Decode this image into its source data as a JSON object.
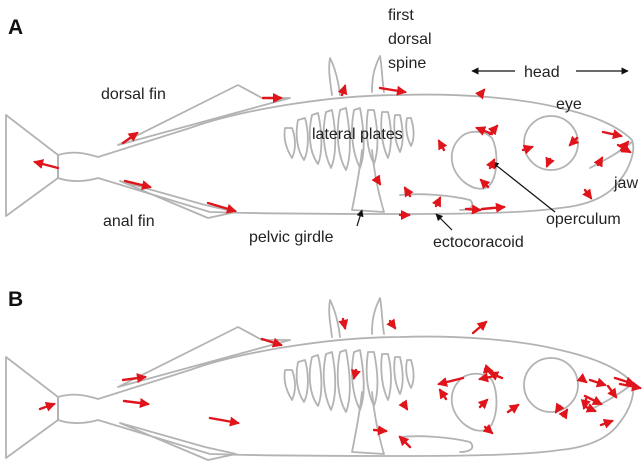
{
  "panels": [
    {
      "letter": "A"
    },
    {
      "letter": "B"
    }
  ],
  "labels": {
    "first_dorsal_spine": [
      "first",
      "dorsal",
      "spine"
    ],
    "head": "head",
    "eye": "eye",
    "dorsal_fin": "dorsal fin",
    "lateral_plates": "lateral plates",
    "jaw": "jaw",
    "anal_fin": "anal fin",
    "operculum": "operculum",
    "pelvic_girdle": "pelvic girdle",
    "ectocoracoid": "ectocoracoid"
  },
  "colors": {
    "outline": "#b3b3b3",
    "vector": "#e0151c",
    "text": "#222222"
  },
  "vectors_A": [
    [
      58,
      168,
      35,
      162
    ],
    [
      123,
      143,
      137,
      133
    ],
    [
      125,
      181,
      150,
      187
    ],
    [
      208,
      203,
      235,
      211
    ],
    [
      263,
      98,
      281,
      98
    ],
    [
      342,
      95,
      345,
      86
    ],
    [
      380,
      88,
      405,
      92
    ],
    [
      480,
      95,
      484,
      90
    ],
    [
      492,
      134,
      477,
      128
    ],
    [
      490,
      134,
      497,
      126
    ],
    [
      490,
      168,
      494,
      160
    ],
    [
      488,
      187,
      481,
      180
    ],
    [
      482,
      209,
      504,
      207
    ],
    [
      466,
      209,
      480,
      210
    ],
    [
      410,
      196,
      405,
      188
    ],
    [
      400,
      215,
      409,
      215
    ],
    [
      436,
      206,
      440,
      198
    ],
    [
      444,
      150,
      439,
      141
    ],
    [
      523,
      150,
      532,
      147
    ],
    [
      550,
      159,
      547,
      166
    ],
    [
      577,
      138,
      570,
      145
    ],
    [
      585,
      190,
      591,
      198
    ],
    [
      598,
      165,
      602,
      158
    ],
    [
      603,
      132,
      621,
      136
    ],
    [
      618,
      145,
      630,
      152
    ],
    [
      621,
      150,
      628,
      142
    ],
    [
      376,
      178,
      380,
      184
    ]
  ],
  "vectors_B": [
    [
      40,
      409,
      54,
      404
    ],
    [
      123,
      380,
      145,
      377
    ],
    [
      124,
      401,
      148,
      404
    ],
    [
      210,
      418,
      238,
      423
    ],
    [
      262,
      339,
      281,
      345
    ],
    [
      343,
      319,
      345,
      328
    ],
    [
      390,
      321,
      395,
      328
    ],
    [
      473,
      333,
      486,
      322
    ],
    [
      463,
      378,
      439,
      384
    ],
    [
      495,
      376,
      480,
      379
    ],
    [
      502,
      378,
      490,
      373
    ],
    [
      485,
      369,
      492,
      371
    ],
    [
      480,
      407,
      487,
      400
    ],
    [
      485,
      427,
      492,
      433
    ],
    [
      508,
      412,
      518,
      405
    ],
    [
      446,
      399,
      440,
      390
    ],
    [
      403,
      403,
      407,
      409
    ],
    [
      374,
      430,
      386,
      431
    ],
    [
      356,
      370,
      354,
      378
    ],
    [
      410,
      447,
      400,
      437
    ],
    [
      560,
      406,
      556,
      412
    ],
    [
      581,
      378,
      586,
      382
    ],
    [
      586,
      399,
      584,
      408
    ],
    [
      585,
      396,
      601,
      404
    ],
    [
      586,
      407,
      595,
      411
    ],
    [
      590,
      380,
      605,
      385
    ],
    [
      608,
      386,
      616,
      397
    ],
    [
      615,
      378,
      634,
      384
    ],
    [
      620,
      384,
      640,
      388
    ],
    [
      601,
      425,
      612,
      421
    ],
    [
      563,
      416,
      567,
      410
    ]
  ]
}
